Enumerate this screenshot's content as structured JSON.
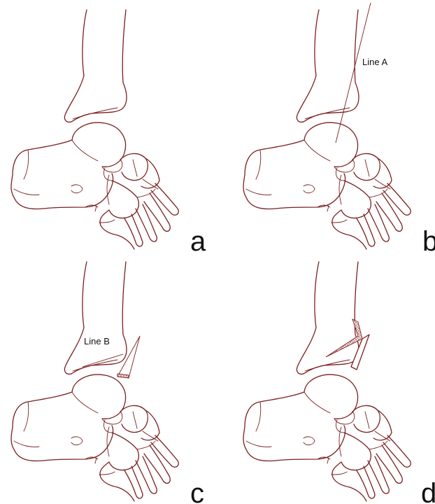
{
  "panels": [
    {
      "letter": "a"
    },
    {
      "letter": "b",
      "line_label": "Line A"
    },
    {
      "letter": "c",
      "line_label": "Line B"
    },
    {
      "letter": "d"
    }
  ],
  "colors": {
    "line": "#7a1f1f",
    "text": "#111111",
    "background": "#ffffff"
  }
}
